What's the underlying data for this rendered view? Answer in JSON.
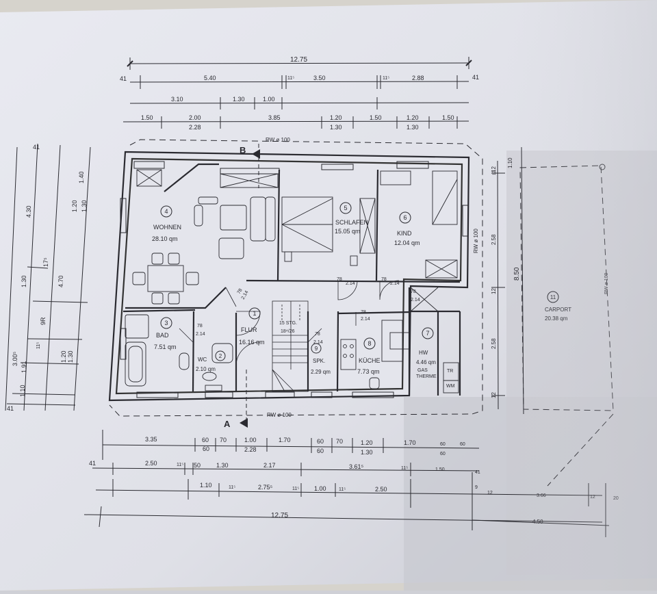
{
  "top_dims": {
    "overall": "12.75",
    "row1": [
      "41",
      "5.40",
      "11⁵",
      "3.50",
      "11⁵",
      "2.88",
      "41"
    ],
    "row2": [
      "3.10",
      "1.30",
      "1.00"
    ],
    "row3": [
      "1.50",
      "2.00",
      "3.85",
      "1.20",
      "1.50",
      "1.20",
      "1.50"
    ],
    "row3_sub": [
      "2.28",
      "1.30",
      "1.30"
    ]
  },
  "left_dims": [
    "41",
    "4.30",
    "1.40",
    "1.20",
    "1.30",
    "17⁵",
    "1.30",
    "4.70",
    "3.00⁵",
    "1.91",
    "1.20",
    "1.30",
    "1.10",
    "41",
    "9R",
    "11⁵"
  ],
  "rooms": [
    {
      "num": "4",
      "name": "WOHNEN",
      "area": "28.10 qm"
    },
    {
      "num": "5",
      "name": "SCHLAFEN",
      "area": "15.05 qm"
    },
    {
      "num": "6",
      "name": "KIND",
      "area": "12.04 qm"
    },
    {
      "num": "1",
      "name": "FLUR",
      "area": "16.16 qm"
    },
    {
      "num": "3",
      "name": "BAD",
      "area": "7.51 qm"
    },
    {
      "num": "2",
      "name": "WC",
      "area": "2.10 qm"
    },
    {
      "num": "9",
      "name": "SPK.",
      "area": "2.29 qm"
    },
    {
      "num": "8",
      "name": "KÜCHE",
      "area": "7.73 qm"
    },
    {
      "num": "7",
      "name": "HW",
      "area": "4.46 qm"
    },
    {
      "num": "11",
      "name": "CARPORT",
      "area": "20.38 qm"
    }
  ],
  "hw_extra": [
    "GAS",
    "THERME",
    "TR",
    "WM"
  ],
  "stair": {
    "label": "15 STG.",
    "ratio": "18⁴/26"
  },
  "door_labels": [
    "78",
    "2.14"
  ],
  "section_b": "B",
  "section_a": "A",
  "rw_top": "RW ø 100",
  "rw_bottom": "RW ø 100",
  "rw_right": "RW ø 100",
  "rw_carport": "RW ø 100",
  "right_dims": [
    "1.10",
    "12",
    "2.58",
    "8.50",
    "12",
    "2.58",
    "12",
    "12"
  ],
  "bottom_dims": {
    "row1": [
      "3.35",
      "60",
      "70",
      "1.00",
      "1.70",
      "60",
      "70",
      "1.20",
      "1.70",
      "60",
      "60"
    ],
    "row1_sub": [
      "60",
      "2.28",
      "60",
      "1.30",
      "60"
    ],
    "row2": [
      "41",
      "2.50",
      "11⁵",
      "50",
      "1.30",
      "2.17",
      "3.61⁵",
      "11⁵",
      "1.50",
      "41"
    ],
    "row3": [
      "1.10",
      "11⁵",
      "2.75⁵",
      "11⁵",
      "1.00",
      "11⁵",
      "2.50",
      "9",
      "12",
      "3.66",
      "12",
      "20"
    ],
    "overall": "12.75",
    "carport": "4.50"
  }
}
